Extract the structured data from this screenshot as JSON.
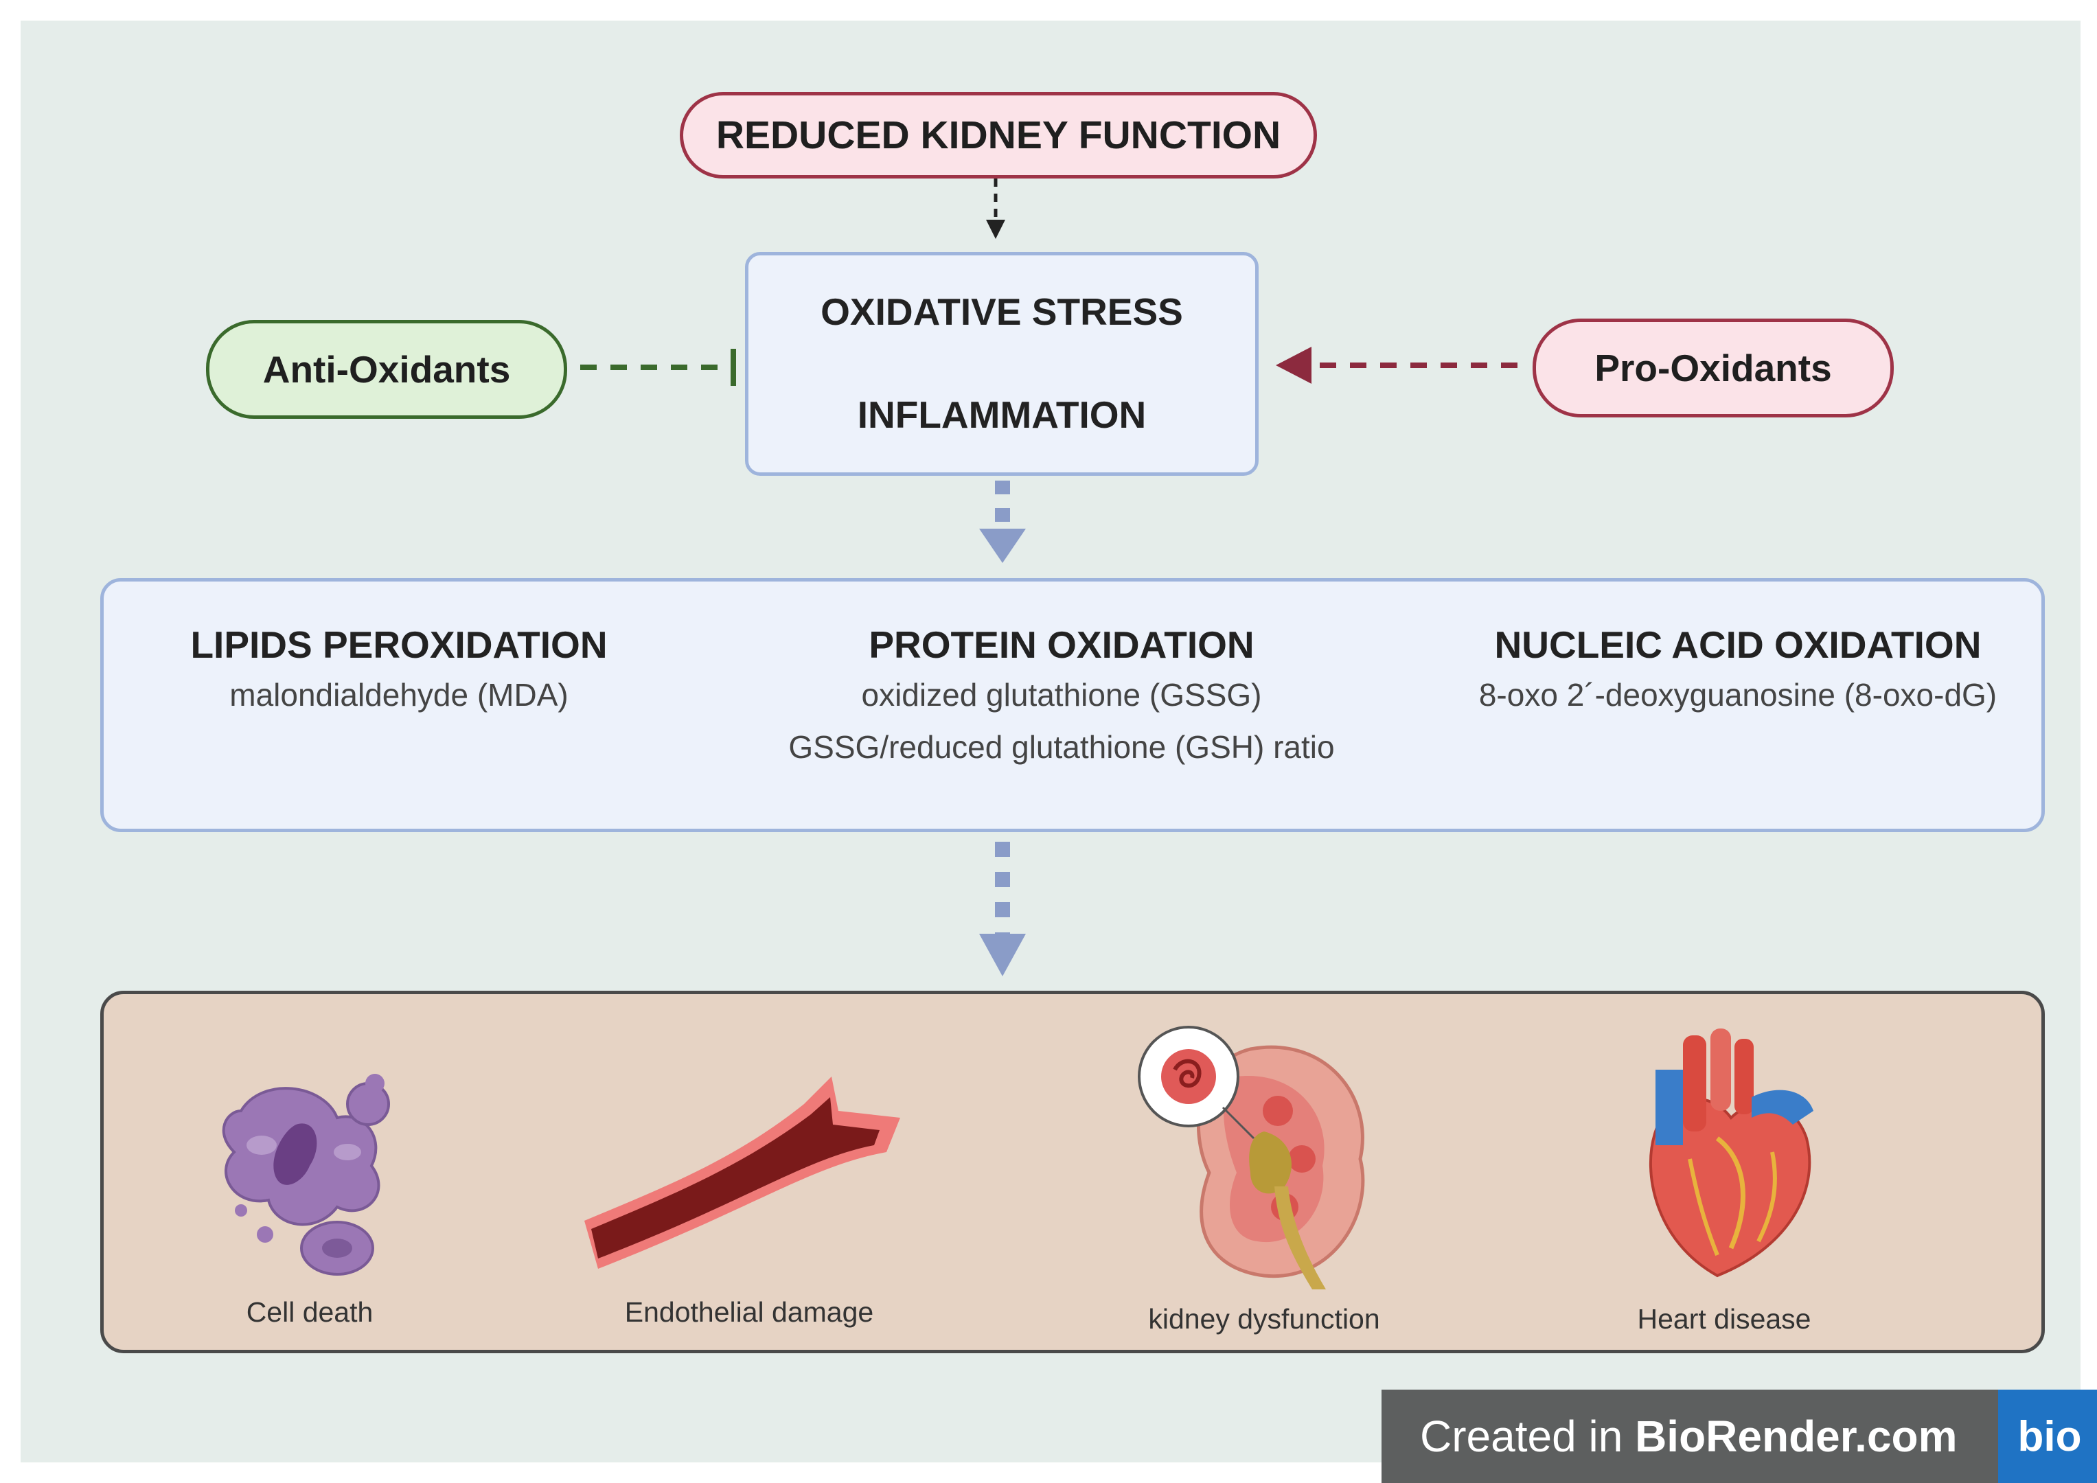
{
  "top_node": {
    "label": "REDUCED KIDNEY FUNCTION"
  },
  "center_node": {
    "line1": "OXIDATIVE STRESS",
    "line2": "INFLAMMATION"
  },
  "left_node": {
    "label": "Anti-Oxidants"
  },
  "right_node": {
    "label": "Pro-Oxidants"
  },
  "oxidation": {
    "lipids": {
      "title": "LIPIDS PEROXIDATION",
      "marker": "malondialdehyde (MDA)"
    },
    "protein": {
      "title": "PROTEIN OXIDATION",
      "marker1": "oxidized glutathione (GSSG)",
      "marker2": "GSSG/reduced glutathione (GSH) ratio"
    },
    "nucleic": {
      "title": "NUCLEIC ACID OXIDATION",
      "marker": "8-oxo 2´-deoxyguanosine (8-oxo-dG)"
    }
  },
  "outcomes": {
    "cell_death": "Cell death",
    "endothelial": "Endothelial damage",
    "kidney": "kidney dysfunction",
    "heart": "Heart disease"
  },
  "badge": {
    "prefix": "Created in ",
    "brand": "BioRender.com",
    "logo": "bio"
  },
  "colors": {
    "canvas_bg": "#e5edea",
    "pink_fill": "#fbe3e8",
    "pink_border": "#9e3347",
    "green_fill": "#dff1d8",
    "green_border": "#3a6a2c",
    "blue_fill": "#edf2fb",
    "blue_border": "#9eb4dc",
    "outcome_fill": "#e6d3c4",
    "arrow_blue": "#8a9cc8"
  },
  "icons": [
    "cell-death-icon",
    "blood-vessel-icon",
    "kidney-icon",
    "heart-icon"
  ]
}
